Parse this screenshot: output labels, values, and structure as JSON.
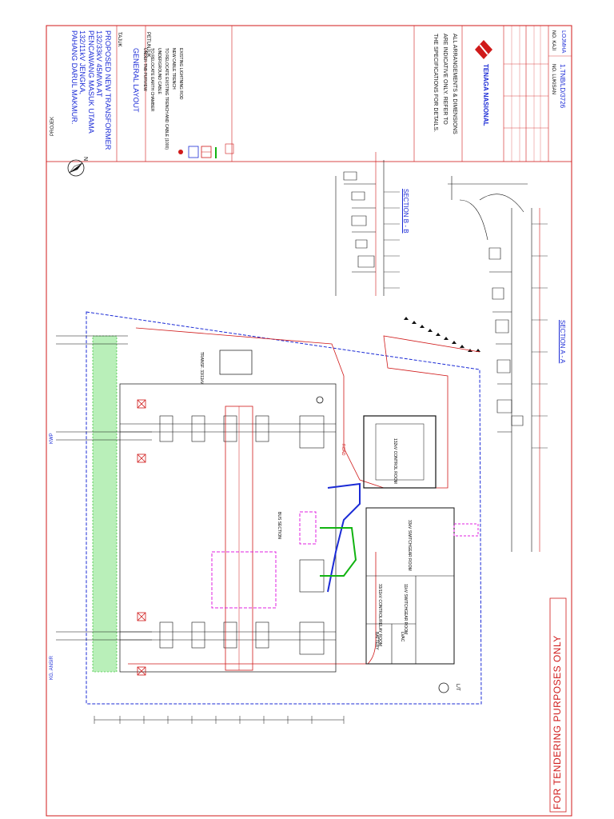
{
  "title_block": {
    "project_label": "PROJEK",
    "project_title_lines": [
      "PROPOSED NEW TRANSFORMER",
      "132/33kV 45MVA AT",
      "PENCAWANG MASUK UTAMA",
      "132/11kV JENGKA,",
      "PAHANG DARUL MAKMUR."
    ],
    "legend_label": "PETUNJUK",
    "legend_items": [
      {
        "symbol": "dot",
        "label": "EXISTING LIGHTNING ROD"
      },
      {
        "symbol": "blue-box",
        "label": "NEW CABLE TRENCH"
      },
      {
        "symbol": "hatched-box",
        "label": "TO RELOCATE EXISTING TRENCH AND CABLE (1000)"
      },
      {
        "symbol": "green-line",
        "label": "UNDERGROUND CABLE"
      },
      {
        "symbol": "small-box",
        "label": "TO RELOCATE EARTH CHAMBER"
      },
      {
        "symbol": "magenta-box",
        "label": "UNDER TNB PURVIEW"
      }
    ],
    "drawing_label": "TAJUK",
    "drawing_title": "GENERAL LAYOUT",
    "notes": [
      "ALL ARRANGEMENTS & DIMENSIONS",
      "ARE INDICATIVE ONLY. REFER TO",
      "THE SPECIFICATIONS FOR DETAILS."
    ],
    "company": "TENAGA NASIONAL",
    "drawing_no_label": "NO. LUKISAN",
    "drawing_no": "1.TNB/LD/3726",
    "sheet_label": "NO. KAJI",
    "sheet_value": "LOJMHA"
  },
  "sections": {
    "section_bb": "SECTION B - B",
    "section_aa": "SECTION A - A"
  },
  "plan_labels": {
    "line_top": "KG. ANSIR",
    "line_bottom": "KWP",
    "control_room": "132kV CONTROL ROOM",
    "switchgear_33": "33kV SWITCHGEAR ROOM",
    "control_relay": "33/11kV CONTROL/RELAY ROOM",
    "switchgear_11": "11kV SWITCHGEAR ROOM",
    "battery": "BATTERY",
    "lvac": "LVAC",
    "bus_section": "BUS SECTION",
    "transformer": "TRANSF. 33/11kV",
    "road": "ROAD",
    "lt": "L/T",
    "north": "N"
  },
  "tender_note": "FOR TENDERING PURPOSES ONLY",
  "colors": {
    "border": "#d01a1a",
    "blue": "#1b2bd6",
    "magenta": "#e020e0",
    "green": "#11b311",
    "black": "#111111"
  }
}
